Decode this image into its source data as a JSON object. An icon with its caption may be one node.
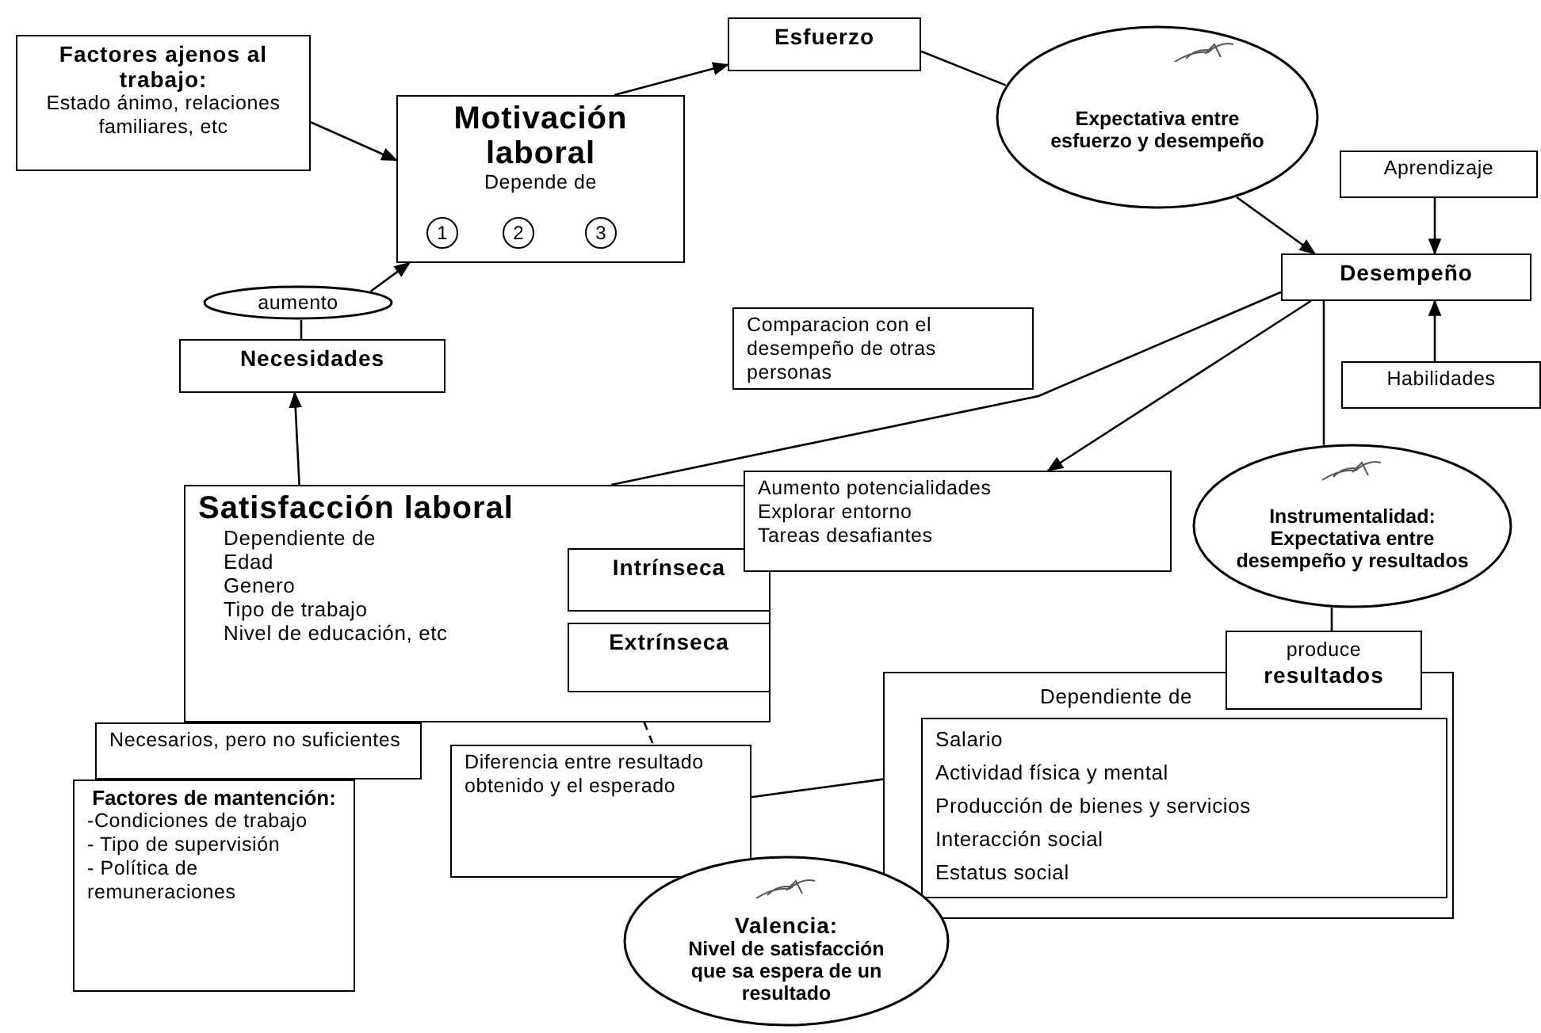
{
  "diagram": {
    "nodes": [
      {
        "text": [
          "Factores ajenos al trabajo:",
          "Estado ánimo, relaciones familiares, etc"
        ]
      },
      {
        "text": [
          "Motivación laboral",
          "Depende de"
        ]
      },
      {
        "text": [
          "1"
        ],
        "in": 1
      },
      {
        "text": [
          "2"
        ],
        "in": 1
      },
      {
        "text": [
          "3"
        ],
        "in": 1
      },
      {
        "text": [
          "Esfuerzo"
        ]
      },
      {
        "text": [
          "Expectativa entre esfuerzo y desempeño"
        ]
      },
      {
        "text": [
          "Aprendizaje"
        ]
      },
      {
        "text": [
          "Desempeño"
        ]
      },
      {
        "text": [
          "aumento"
        ]
      },
      {
        "text": [
          "Necesidades"
        ]
      },
      {
        "text": [
          "Comparacion con el desempeño de otras personas"
        ]
      },
      {
        "text": [
          "Habilidades"
        ]
      },
      {
        "text": [
          "Satisfacción laboral",
          "Dependiente de",
          "Edad",
          "Genero",
          "Tipo de trabajo",
          "Nivel de educación, etc"
        ]
      },
      {
        "text": [
          "Intrínseca"
        ],
        "in": 13
      },
      {
        "text": [
          "Extrínseca"
        ],
        "in": 13
      },
      {
        "text": [
          "Aumento potencialidades",
          "Explorar entorno",
          "Tareas desafiantes"
        ]
      },
      {
        "text": [
          "Instrumentalidad: Expectativa entre desempeño y resultados"
        ]
      },
      {
        "text": [
          "produce",
          "resultados"
        ]
      },
      {
        "text": [
          "Dependiente de"
        ]
      },
      {
        "text": [
          "Salario",
          "Actividad física y mental",
          "Producción de bienes y servicios",
          "Interacción social",
          "Estatus social"
        ],
        "in": 19
      },
      {
        "text": [
          "Necesarios, pero no suficientes"
        ]
      },
      {
        "text": [
          "Factores de mantención:",
          "-Condiciones de trabajo",
          "- Tipo de supervisión",
          "- Política de remuneraciones"
        ]
      },
      {
        "text": [
          "Diferencia entre resultado obtenido y el esperado"
        ]
      },
      {
        "text": [
          "Valencia:",
          "Nivel de satisfacción que sa espera de un resultado"
        ]
      }
    ],
    "edges": [
      {
        "from": 0,
        "to": 1,
        "arrow": "to"
      },
      {
        "from": 1,
        "to": 5,
        "arrow": "to"
      },
      {
        "from": 5,
        "to": 6,
        "arrow": "none"
      },
      {
        "from": 6,
        "to": 8,
        "arrow": "to"
      },
      {
        "from": 7,
        "to": 8,
        "arrow": "to"
      },
      {
        "from": 12,
        "to": 8,
        "arrow": "to"
      },
      {
        "from": 9,
        "to": 1,
        "arrow": "to"
      },
      {
        "from": 10,
        "to": 9,
        "arrow": "none"
      },
      {
        "from": 13,
        "to": 10,
        "arrow": "to"
      },
      {
        "from": 8,
        "to": 13,
        "arrow": "none"
      },
      {
        "from": 8,
        "to": 16,
        "arrow": "to"
      },
      {
        "from": 8,
        "to": 17,
        "arrow": "none"
      },
      {
        "from": 17,
        "to": 18,
        "arrow": "none"
      },
      {
        "from": 19,
        "to": 23,
        "arrow": "none"
      },
      {
        "from": 13,
        "to": 23,
        "arrow": "none",
        "style": "dashed"
      }
    ]
  }
}
